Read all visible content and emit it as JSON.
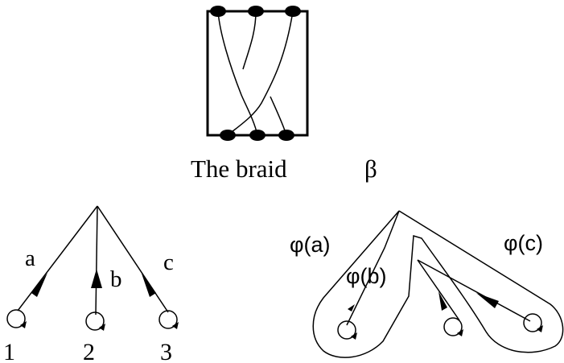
{
  "braid_caption": "The braid",
  "braid_symbol": "β",
  "left_figure": {
    "arc_labels": [
      "a",
      "b",
      "c"
    ],
    "puncture_labels": [
      "1",
      "2",
      "3"
    ]
  },
  "right_figure": {
    "loop_labels": [
      "φ(a)",
      "φ(b)",
      "φ(c)"
    ]
  },
  "colors": {
    "ink": "#000000",
    "paper": "#ffffff"
  }
}
